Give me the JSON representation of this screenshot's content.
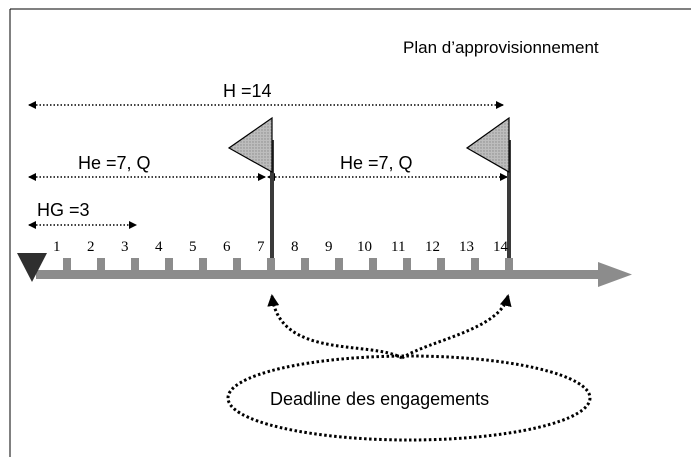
{
  "title": "Plan d’approvisionnement",
  "horizons": {
    "h_label": "H =14",
    "he_first_label": "He =7, Q",
    "he_second_label": "He =7, Q",
    "hg_label": "HG =3"
  },
  "timeline": {
    "periods": [
      "1",
      "2",
      "3",
      "4",
      "5",
      "6",
      "7",
      "8",
      "9",
      "10",
      "11",
      "12",
      "13",
      "14"
    ]
  },
  "callout": {
    "label": "Deadline des engagements"
  },
  "colors": {
    "axis": "#8c8c8c",
    "flag_fill": "#c9c9c9",
    "pole": "#3a3a3a",
    "start_marker": "#2f2f2f",
    "border": "#000000"
  }
}
